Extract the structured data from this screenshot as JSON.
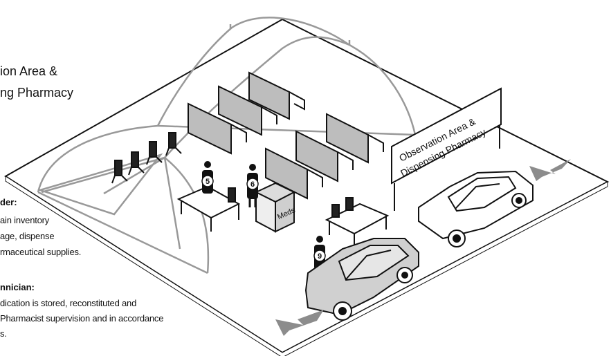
{
  "title_lines": [
    "ion Area &",
    "ng Pharmacy"
  ],
  "left_notes": {
    "role_1_heading": "der:",
    "role_1_lines": [
      "ain inventory",
      "age, dispense",
      "rmaceutical supplies."
    ],
    "role_2_heading": "nnician:",
    "role_2_lines": [
      "dication is stored, reconstituted and",
      " Pharmacist supervision and in accordance",
      "s."
    ]
  },
  "sign": {
    "line1": "Observation Area &",
    "line2": "Dispensing Pharmacy"
  },
  "markers": [
    "5",
    "6",
    "9"
  ],
  "meds_box_label": "Meds",
  "colors": {
    "line": "#111111",
    "tent": "#999999",
    "panel": "#bdbdbd",
    "arrow": "#8c8c8c"
  }
}
